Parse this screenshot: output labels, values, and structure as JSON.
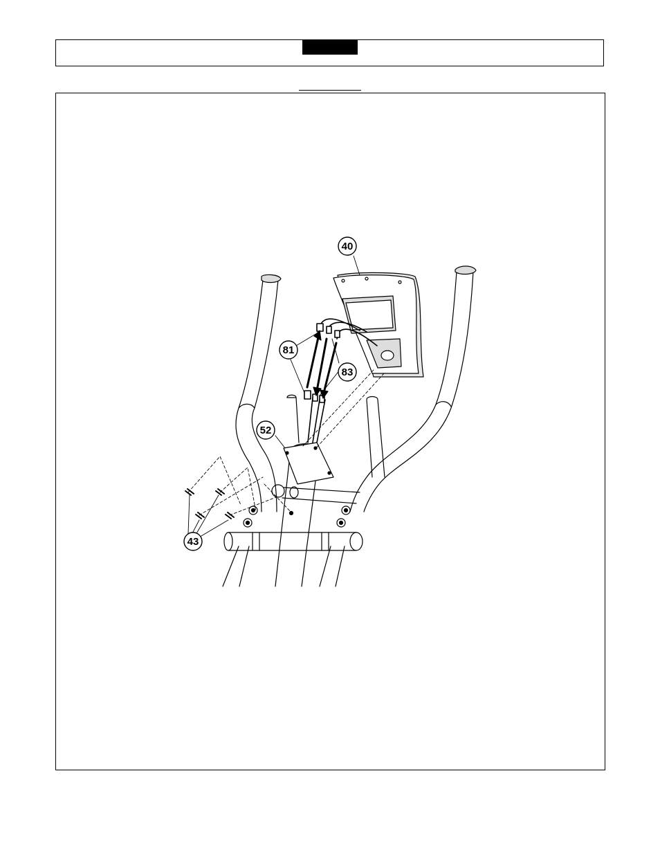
{
  "header": {
    "step_label": ""
  },
  "figure": {
    "callouts": [
      {
        "id": "part-40",
        "number": "40"
      },
      {
        "id": "part-81",
        "number": "81"
      },
      {
        "id": "part-83",
        "number": "83"
      },
      {
        "id": "part-52",
        "number": "52"
      },
      {
        "id": "part-43",
        "number": "43"
      }
    ]
  }
}
